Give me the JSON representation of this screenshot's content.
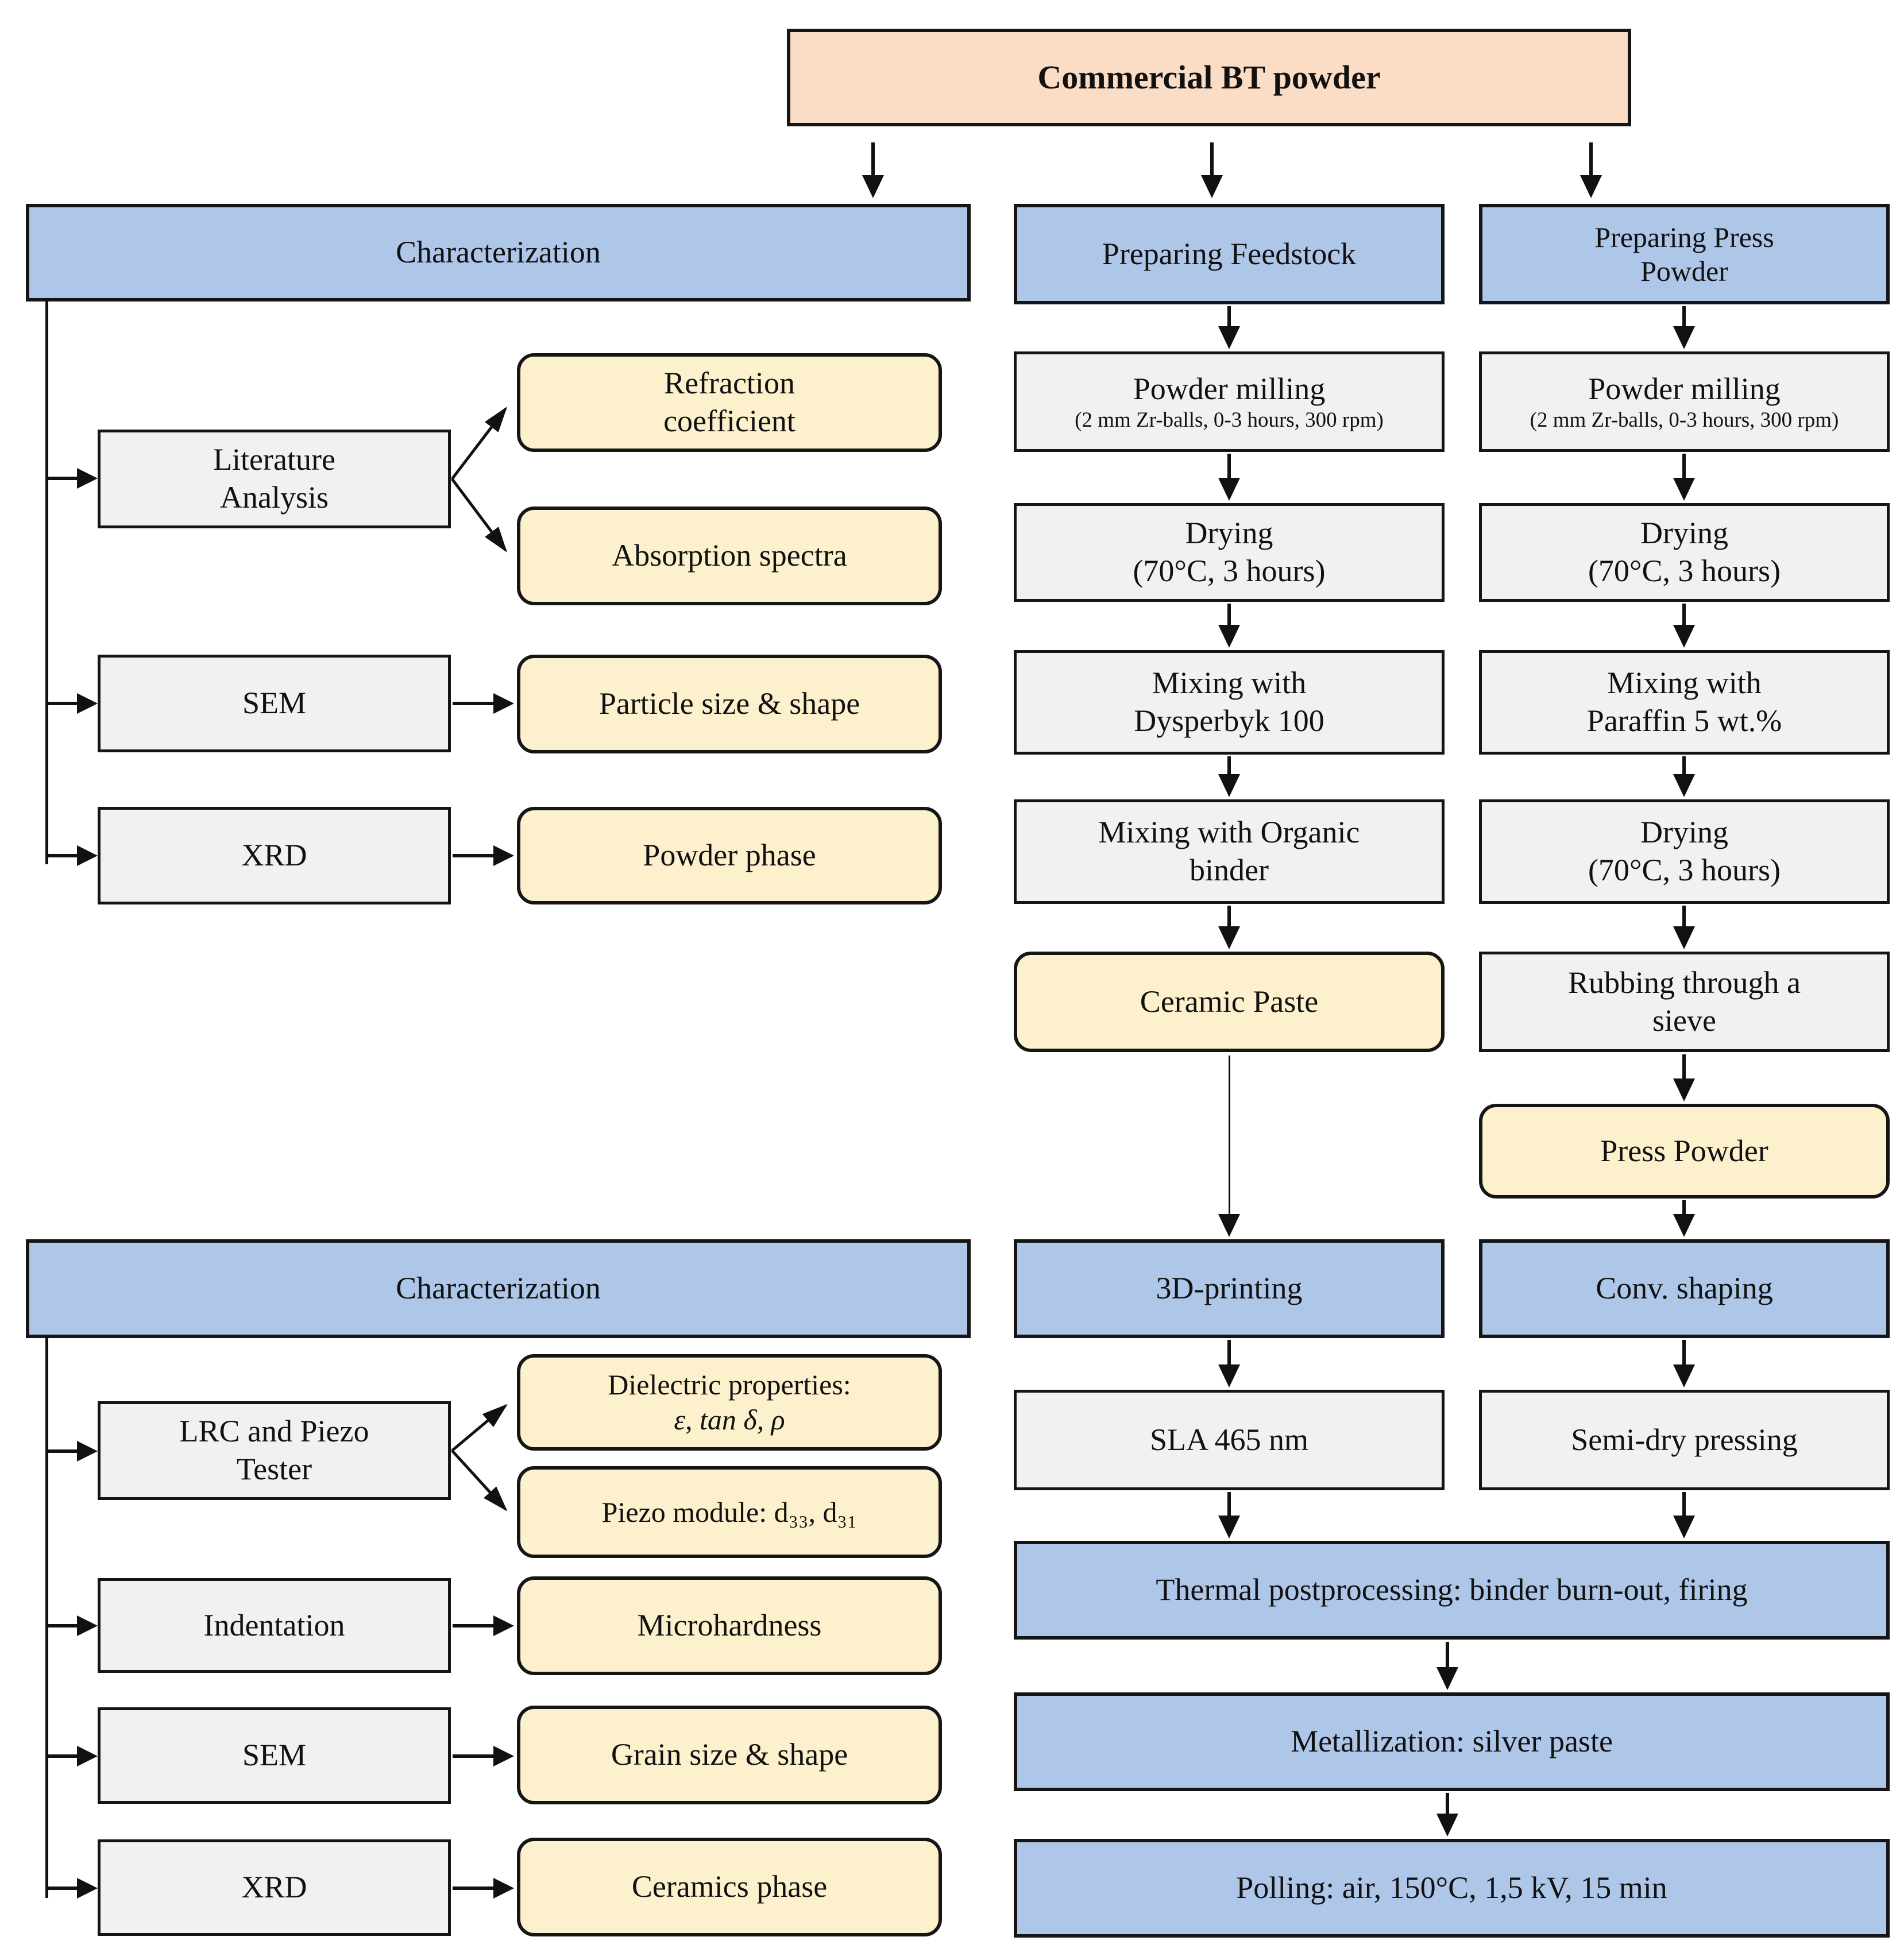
{
  "diagram": {
    "source": {
      "label": "Commercial BT powder"
    },
    "top_characterization": {
      "header": "Characterization",
      "literature": {
        "line1": "Literature",
        "line2": "Analysis"
      },
      "refraction": {
        "line1": "Refraction",
        "line2": "coefficient"
      },
      "absorption": {
        "label": "Absorption spectra"
      },
      "sem": {
        "label": "SEM"
      },
      "particle": {
        "label": "Particle size & shape"
      },
      "xrd": {
        "label": "XRD"
      },
      "powder_phase": {
        "label": "Powder phase"
      }
    },
    "feedstock": {
      "header": "Preparing Feedstock",
      "milling": {
        "line1": "Powder milling",
        "line2": "(2 mm Zr-balls, 0-3 hours, 300 rpm)"
      },
      "drying": {
        "line1": "Drying",
        "line2": "(70°C, 3 hours)"
      },
      "mixing_dysperbyk": {
        "line1": "Mixing with",
        "line2": "Dysperbyk 100"
      },
      "mixing_binder": {
        "line1": "Mixing with Organic",
        "line2": "binder"
      },
      "ceramic_paste": {
        "label": "Ceramic Paste"
      },
      "printing_header": "3D-printing",
      "sla": {
        "label": "SLA 465 nm"
      }
    },
    "press": {
      "header_line1": "Preparing Press",
      "header_line2": "Powder",
      "milling": {
        "line1": "Powder milling",
        "line2": "(2 mm Zr-balls, 0-3 hours, 300 rpm)"
      },
      "drying1": {
        "line1": "Drying",
        "line2": "(70°C, 3 hours)"
      },
      "mixing_paraffin": {
        "line1": "Mixing with",
        "line2": "Paraffin 5 wt.%"
      },
      "drying2": {
        "line1": "Drying",
        "line2": "(70°C, 3 hours)"
      },
      "rubbing": {
        "line1": "Rubbing through a",
        "line2": "sieve"
      },
      "press_powder": {
        "label": "Press Powder"
      },
      "shaping_header": "Conv. shaping",
      "semi_dry": {
        "label": "Semi-dry pressing"
      }
    },
    "final_steps": {
      "thermal": "Thermal postprocessing: binder burn-out, firing",
      "metallization": "Metallization: silver paste",
      "polling": "Polling: air, 150°C, 1,5 kV, 15 min"
    },
    "bottom_characterization": {
      "header": "Characterization",
      "lrc": {
        "line1": "LRC and Piezo",
        "line2": "Tester"
      },
      "dielectric": {
        "line1": "Dielectric properties:",
        "line2": "ε, tan δ, ρ"
      },
      "piezo": {
        "label": "Piezo module: d₃₃, d₃₁"
      },
      "indentation": {
        "label": "Indentation"
      },
      "microhardness": {
        "label": "Microhardness"
      },
      "sem": {
        "label": "SEM"
      },
      "grain": {
        "label": "Grain size & shape"
      },
      "xrd": {
        "label": "XRD"
      },
      "ceramics_phase": {
        "label": "Ceramics phase"
      }
    }
  }
}
